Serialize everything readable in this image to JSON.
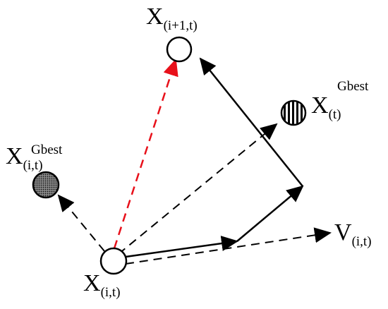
{
  "labels": {
    "next_position": {
      "main": "X",
      "sub": "(i+1,t)"
    },
    "global_best": {
      "main": "X",
      "sub": "(t)",
      "sup": "Gbest"
    },
    "personal_best": {
      "main": "X",
      "sub": "(i,t)",
      "sup": "Gbest"
    },
    "current_position": {
      "main": "X",
      "sub": "(i,t)"
    },
    "velocity": {
      "main": "V",
      "sub": "(i,t)"
    }
  },
  "colors": {
    "stroke": "#000000",
    "highlight_arrow": "#e8101a",
    "node_fill": "#ffffff"
  },
  "patterns": {
    "global_best_fill": "vertical-stripes",
    "personal_best_fill": "dots"
  }
}
